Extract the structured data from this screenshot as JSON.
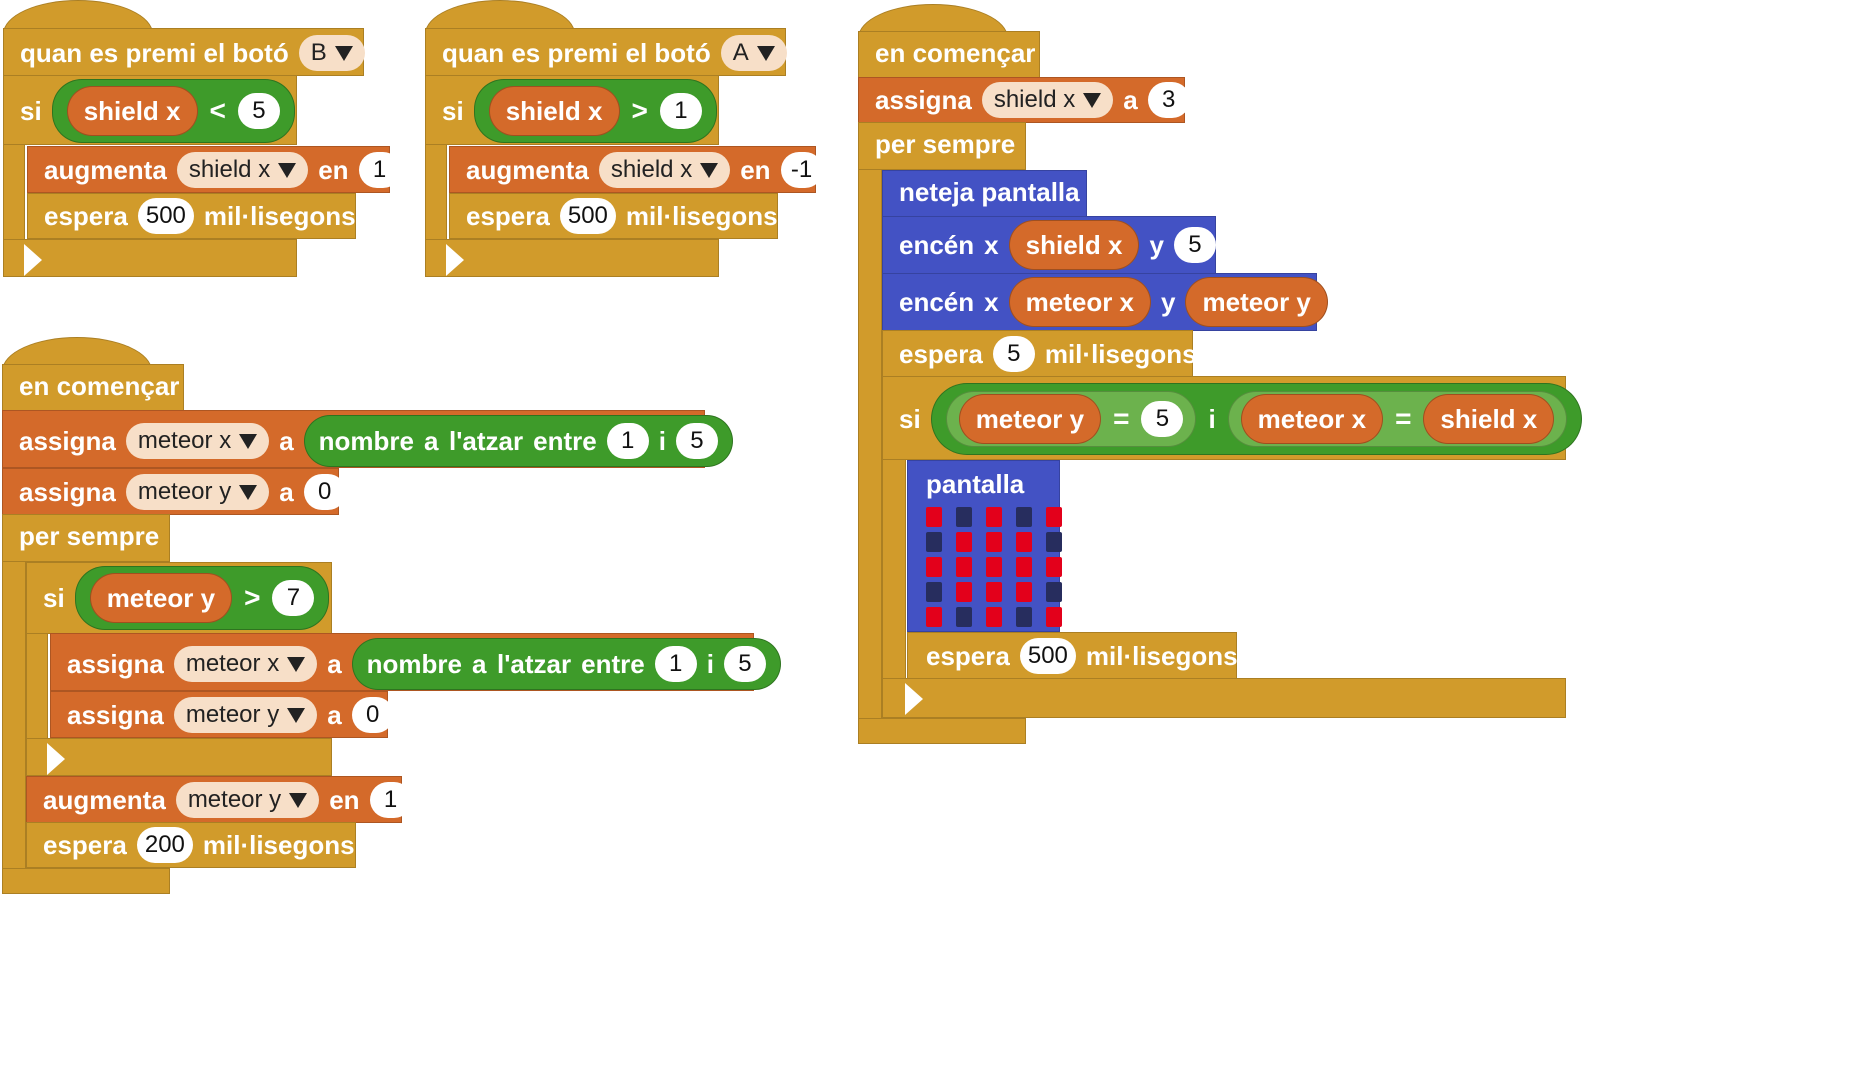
{
  "colors": {
    "control": "#d19b2b",
    "variables": "#d46a2a",
    "logic": "#3e9b2a",
    "led": "#4352c4",
    "led_on": "#e3001b",
    "led_off": "#272d5e"
  },
  "btnB": {
    "hat": "quan es premi el botó",
    "button": "B",
    "if": "si",
    "var": "shield x",
    "op": "<",
    "val": "5",
    "change": "augmenta",
    "change_var": "shield x",
    "by": "en",
    "by_val": "1",
    "wait": "espera",
    "wait_val": "500",
    "ms": "mil·lisegons"
  },
  "btnA": {
    "hat": "quan es premi el botó",
    "button": "A",
    "if": "si",
    "var": "shield x",
    "op": ">",
    "val": "1",
    "change": "augmenta",
    "change_var": "shield x",
    "by": "en",
    "by_val": "-1",
    "wait": "espera",
    "wait_val": "500",
    "ms": "mil·lisegons"
  },
  "start2": {
    "hat": "en començar",
    "set": "assigna",
    "to": "a",
    "set1_var": "meteor x",
    "random": [
      "nombre",
      "a",
      "l'atzar",
      "entre"
    ],
    "rand_from": "1",
    "rand_and": "i",
    "rand_to": "5",
    "set2_var": "meteor y",
    "set2_val": "0",
    "forever": "per sempre",
    "if": "si",
    "cond_var": "meteor y",
    "cond_op": ">",
    "cond_val": "7",
    "in_set1_var": "meteor x",
    "in_rand_from": "1",
    "in_rand_to": "5",
    "in_set2_var": "meteor y",
    "in_set2_val": "0",
    "change": "augmenta",
    "change_var": "meteor y",
    "by": "en",
    "by_val": "1",
    "wait": "espera",
    "wait_val": "200",
    "ms": "mil·lisegons"
  },
  "start1": {
    "hat": "en començar",
    "set": "assigna",
    "set_var": "shield x",
    "to": "a",
    "set_val": "3",
    "forever": "per sempre",
    "clear": "neteja pantalla",
    "plot": "encén",
    "x": "x",
    "y": "y",
    "plot1_x": "shield x",
    "plot1_y": "5",
    "plot2_x": "meteor x",
    "plot2_y": "meteor y",
    "wait": "espera",
    "wait1_val": "5",
    "ms": "mil·lisegons",
    "if": "si",
    "c1_var": "meteor y",
    "eq": "=",
    "c1_val": "5",
    "and": "i",
    "c2_var": "meteor x",
    "c2_val": "shield x",
    "screen": "pantalla",
    "pattern": [
      [
        1,
        0,
        1,
        0,
        1
      ],
      [
        0,
        1,
        1,
        1,
        0
      ],
      [
        1,
        1,
        1,
        1,
        1
      ],
      [
        0,
        1,
        1,
        1,
        0
      ],
      [
        1,
        0,
        1,
        0,
        1
      ]
    ],
    "wait2_val": "500"
  }
}
